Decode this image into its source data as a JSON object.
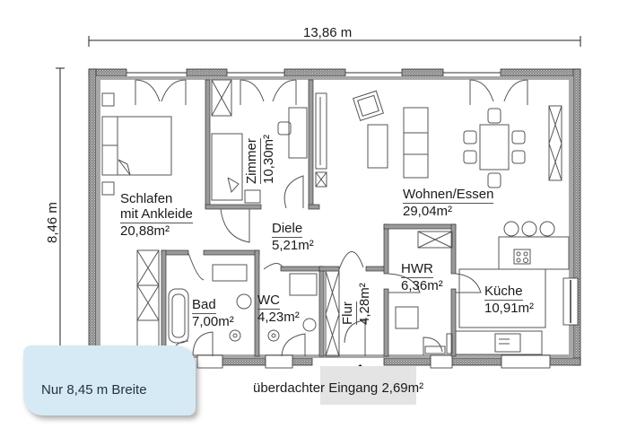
{
  "plan": {
    "dimensions": {
      "width_label": "13,86 m",
      "depth_label": "8,46 m"
    },
    "rooms": [
      {
        "id": "schlafen",
        "name_line1": "Schlafen",
        "name_line2": "mit Ankleide",
        "area": "20,88m²"
      },
      {
        "id": "zimmer",
        "name": "Zimmer",
        "area": "10,30m²"
      },
      {
        "id": "wohnen",
        "name": "Wohnen/Essen",
        "area": "29,04m²"
      },
      {
        "id": "diele",
        "name": "Diele",
        "area": "5,21m²"
      },
      {
        "id": "hwr",
        "name": "HWR",
        "area": "6,36m²"
      },
      {
        "id": "kueche",
        "name": "Küche",
        "area": "10,91m²"
      },
      {
        "id": "bad",
        "name": "Bad",
        "area": "7,00m²"
      },
      {
        "id": "wc",
        "name": "WC",
        "area": "4,23m²"
      },
      {
        "id": "flur",
        "name": "Flur",
        "area": "4,28m²"
      }
    ],
    "entrance": {
      "label": "überdachter Eingang 2,69m²"
    },
    "colors": {
      "wall_fill": "#9a9a9a",
      "wall_outline": "#333333",
      "callout_bg": "#d6eaf6",
      "entrance_pad": "#e4e4e4"
    }
  },
  "callout": {
    "text": "Nur 8,45 m Breite"
  }
}
